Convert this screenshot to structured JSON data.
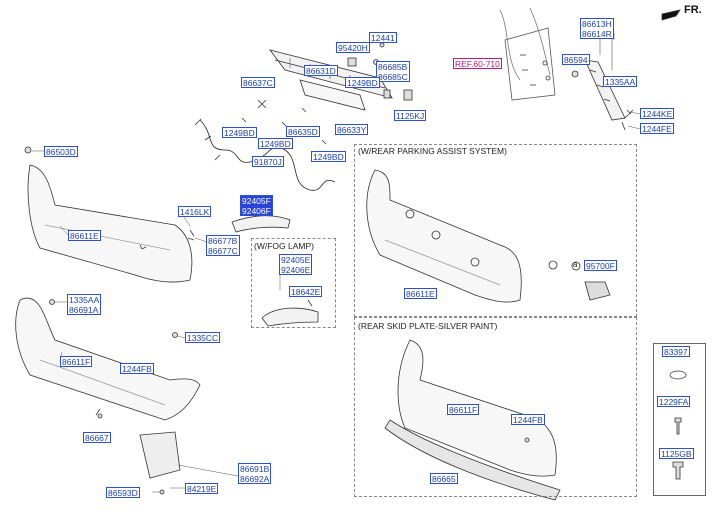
{
  "orientation_label": "FR.",
  "sections": {
    "parking_assist": "(W/REAR PARKING ASSIST SYSTEM)",
    "fog_lamp": "(W/FOG LAMP)",
    "skid_plate": "(REAR SKID PLATE-SILVER PAINT)"
  },
  "ref_label": "REF.60-710",
  "circle_marker": "a",
  "labels": {
    "p86613H_86614R": "86613H\n86614R",
    "p86594": "86594",
    "p1335AA_top": "1335AA",
    "p1244KE": "1244KE",
    "p1244FE": "1244FE",
    "p12441": "12441",
    "p95420H": "95420H",
    "p86631D": "86631D",
    "p86685B_86685C": "86685B\n86685C",
    "p86637C": "86637C",
    "p1249BD_a": "1249BD",
    "p1249BD_b": "1249BD",
    "p1125KJ": "1125KJ",
    "p1249BD_c": "1249BD",
    "p86635D": "86635D",
    "p86633Y": "86633Y",
    "p1249BD_d": "1249BD",
    "p91870J": "91870J",
    "p86503D": "86503D",
    "p92405F_92406F": "92405F\n92406F",
    "p1416LK": "1416LK",
    "p86611E_left": "86611E",
    "p86677B_86677C": "86677B\n86677C",
    "p92405E_92406E": "92405E\n92406E",
    "p18642E": "18642E",
    "p1335AA_86691A": "1335AA\n86691A",
    "p1335CC": "1335CC",
    "p86611F_left": "86611F",
    "p1244FB_left": "1244FB",
    "p86667": "86667",
    "p86691B_86692A": "86691B\n86692A",
    "p84219E": "84219E",
    "p86593D": "86593D",
    "p86611E_right": "86611E",
    "p95700F": "95700F",
    "p86611F_right": "86611F",
    "p1244FB_right": "1244FB",
    "p86665": "86665",
    "p83397": "83397",
    "p1229FA": "1229FA",
    "p1125GB": "1125GB"
  },
  "colors": {
    "label_text": "#1d3fb0",
    "label_border": "#2d4fd0",
    "selected_fill": "#2a44d8",
    "ref_color": "#c2187a"
  }
}
